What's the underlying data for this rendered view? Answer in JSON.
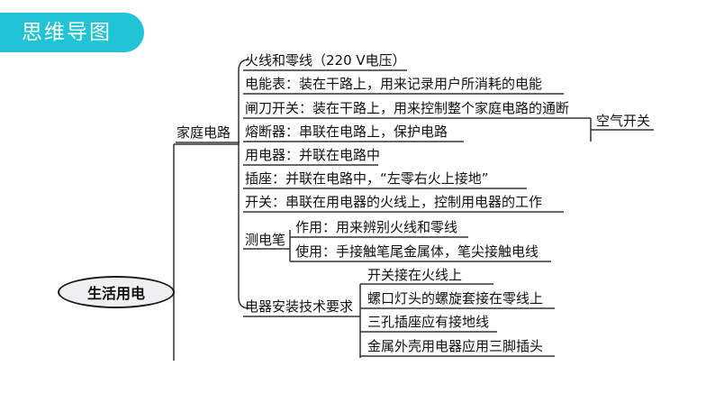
{
  "header": {
    "title": "思维导图"
  },
  "root": {
    "label": "生活用电"
  },
  "branch": {
    "label": "家庭电路",
    "items": [
      "火线和零线（220 V电压）",
      "电能表：装在干路上，用来记录用户所消耗的电能",
      "闸刀开关：装在干路上，用来控制整个家庭电路的通断",
      "熔断器：串联在电路上，保护电路",
      "用电器：并联在电路中",
      "插座：并联在电路中，“左零右火上接地”",
      "开关：串联在用电器的火线上，控制用电器的工作"
    ],
    "side_note": "空气开关",
    "tester": {
      "label": "测电笔",
      "items": [
        "作用：用来辨别火线和零线",
        "使用：手接触笔尾金属体，笔尖接触电线"
      ]
    },
    "install": {
      "label": "电器安装技术要求",
      "items": [
        "开关接在火线上",
        "螺口灯头的螺旋套接在零线上",
        "三孔插座应有接地线",
        "金属外壳用电器应用三脚插头"
      ]
    }
  }
}
